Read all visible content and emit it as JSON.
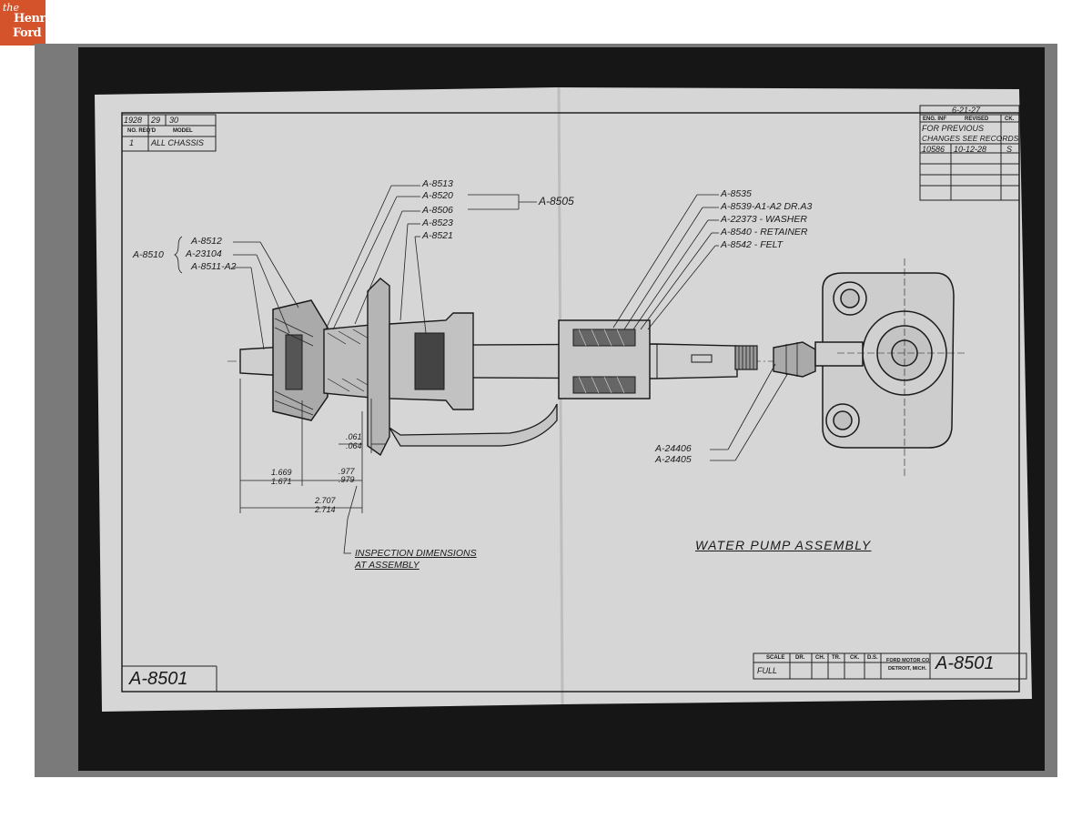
{
  "logo": {
    "the": "the",
    "henry": "Henry",
    "ford": "Ford"
  },
  "title_block_left": {
    "years": [
      "1928",
      "29",
      "30"
    ],
    "header_no": "NO. REQ'D",
    "header_model": "MODEL",
    "qty": "1",
    "model": "ALL CHASSIS"
  },
  "revision_block": {
    "date": "6-21-27",
    "col_eng": "ENG. INF",
    "col_revised": "REVISED",
    "col_ck": "CK.",
    "note_line1": "FOR PREVIOUS",
    "note_line2": "CHANGES SEE RECORDS",
    "rev_number": "10586",
    "rev_date": "10-12-28",
    "rev_letter": "S"
  },
  "callouts": {
    "a8510": "A-8510",
    "a8512": "A-8512",
    "a23104": "A-23104",
    "a8511": "A-8511-A2",
    "a8513": "A-8513",
    "a8520": "A-8520",
    "a8506": "A-8506",
    "a8523": "A-8523",
    "a8521": "A-8521",
    "a8505": "A-8505",
    "a8535": "A-8535",
    "a8539": "A-8539-A1-A2 DR.A3",
    "a22373": "A-22373 - WASHER",
    "a8540": "A-8540 - RETAINER",
    "a8542": "A-8542 - FELT",
    "a24406": "A-24406",
    "a24405": "A-24405"
  },
  "dimensions": {
    "d1_top": ".061",
    "d1_bottom": ".064",
    "d2_top": "1.669",
    "d2_bottom": "1.671",
    "d3_top": ".977",
    "d3_bottom": ".979",
    "d4_top": "2.707",
    "d4_bottom": "2.714",
    "note_line1": "INSPECTION DIMENSIONS",
    "note_line2": "AT ASSEMBLY"
  },
  "drawing_title": "WATER PUMP ASSEMBLY",
  "part_number_left": "A-8501",
  "title_block_right": {
    "col_scale": "SCALE",
    "col_dr": "DR.",
    "col_ch": "CH.",
    "col_tr": "TR.",
    "col_ck": "CK.",
    "col_ds": "D.S.",
    "scale_value": "FULL",
    "company_line1": "FORD MOTOR CO.",
    "company_line2": "DETROIT, MICH.",
    "part_number": "A-8501"
  },
  "colors": {
    "logo": "#d5532a",
    "paper": "#d6d6d6",
    "frame": "#161616",
    "ink": "#1a1a1a"
  }
}
